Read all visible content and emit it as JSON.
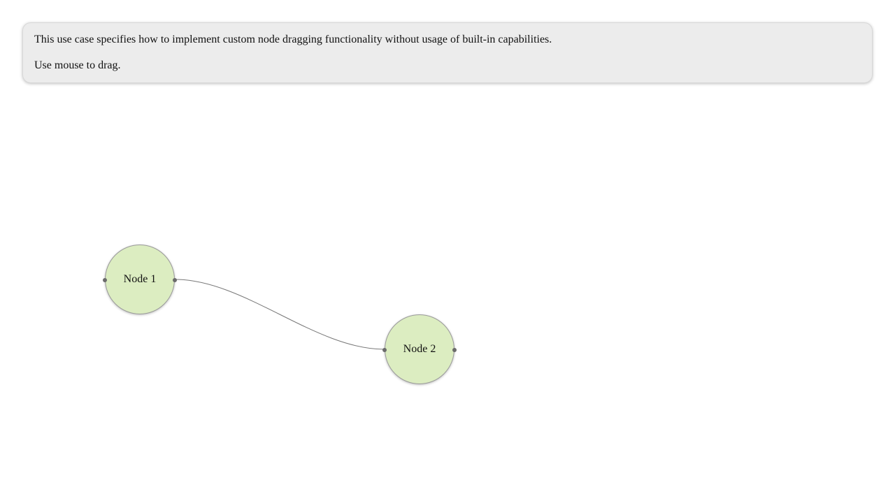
{
  "info": {
    "description": "This use case specifies how to implement custom node dragging functionality without usage of built-in capabilities.",
    "instruction": "Use mouse to drag."
  },
  "nodes": [
    {
      "label": "Node 1"
    },
    {
      "label": "Node 2"
    }
  ],
  "connections": [
    {
      "from": "Node 1",
      "to": "Node 2"
    }
  ],
  "colors": {
    "node_fill": "#dcedc1",
    "node_border": "#9a9a9a",
    "port": "#6b6b6b",
    "edge": "#777777",
    "panel_bg": "#ececec"
  }
}
